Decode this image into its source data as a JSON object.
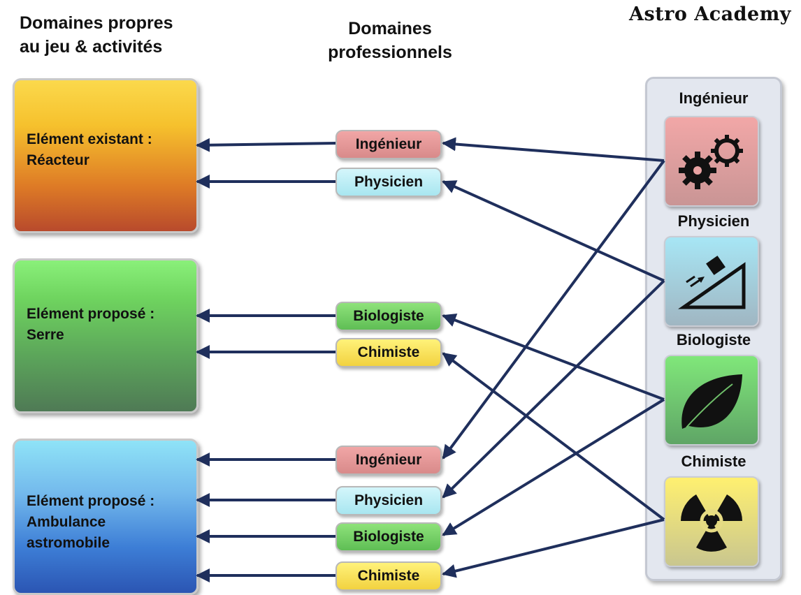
{
  "headers": {
    "left_line1": "Domaines propres",
    "left_line2": "au jeu & activités",
    "middle_line1": "Domaines",
    "middle_line2": "professionnels",
    "right": "Astro Academy"
  },
  "boxes": [
    {
      "line1": "Elément existant :",
      "line2": "Réacteur",
      "line3": ""
    },
    {
      "line1": "Elément proposé :",
      "line2": "Serre",
      "line3": ""
    },
    {
      "line1": "Elément proposé :",
      "line2": "Ambulance",
      "line3": "astromobile"
    }
  ],
  "pills": [
    {
      "label": "Ingénieur",
      "color": "#e89a9a"
    },
    {
      "label": "Physicien",
      "color": "#b8ecf4"
    },
    {
      "label": "Biologiste",
      "color": "#72d066"
    },
    {
      "label": "Chimiste",
      "color": "#f7e05a"
    },
    {
      "label": "Ingénieur",
      "color": "#e89a9a"
    },
    {
      "label": "Physicien",
      "color": "#b8ecf4"
    },
    {
      "label": "Biologiste",
      "color": "#72d066"
    },
    {
      "label": "Chimiste",
      "color": "#f7e05a"
    }
  ],
  "academy": [
    {
      "label": "Ingénieur",
      "icon": "gears-icon"
    },
    {
      "label": "Physicien",
      "icon": "inclined-plane-icon"
    },
    {
      "label": "Biologiste",
      "icon": "leaf-icon"
    },
    {
      "label": "Chimiste",
      "icon": "radiation-icon"
    }
  ],
  "colors": {
    "arrow": "#1f2f5c"
  }
}
